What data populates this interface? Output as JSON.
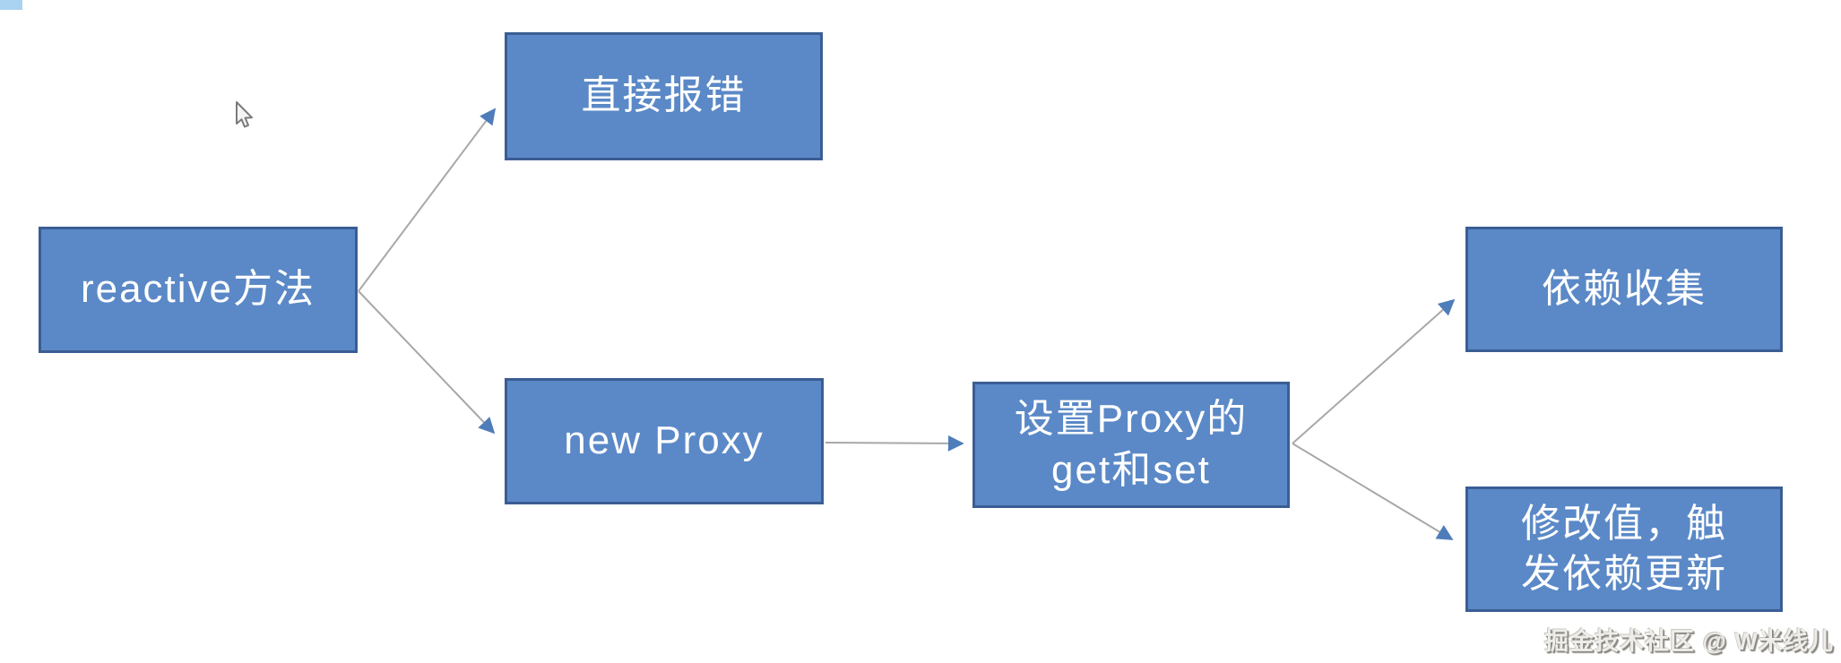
{
  "diagram": {
    "title_hint": "reactive method flow",
    "nodes": {
      "reactive": {
        "label": "reactive方法"
      },
      "error": {
        "label": "直接报错"
      },
      "new_proxy": {
        "label": "new Proxy"
      },
      "proxy_handlers": {
        "label": "设置Proxy的\nget和set"
      },
      "dep_collect": {
        "label": "依赖收集"
      },
      "trigger_update": {
        "label": "修改值，触\n发依赖更新"
      }
    },
    "edges": [
      {
        "from": "reactive",
        "to": "error"
      },
      {
        "from": "reactive",
        "to": "new_proxy"
      },
      {
        "from": "new_proxy",
        "to": "proxy_handlers"
      },
      {
        "from": "proxy_handlers",
        "to": "dep_collect"
      },
      {
        "from": "proxy_handlers",
        "to": "trigger_update"
      }
    ],
    "colors": {
      "node_fill": "#5b89c7",
      "node_border": "#3a5d93",
      "node_text": "#ffffff",
      "edge_line": "#a8a8a8",
      "arrow_head": "#4f7dba",
      "background": "#ffffff",
      "corner_fragment": "#a9d3f0"
    }
  },
  "watermark": {
    "text": "掘金技术社区 @ W米线儿"
  }
}
